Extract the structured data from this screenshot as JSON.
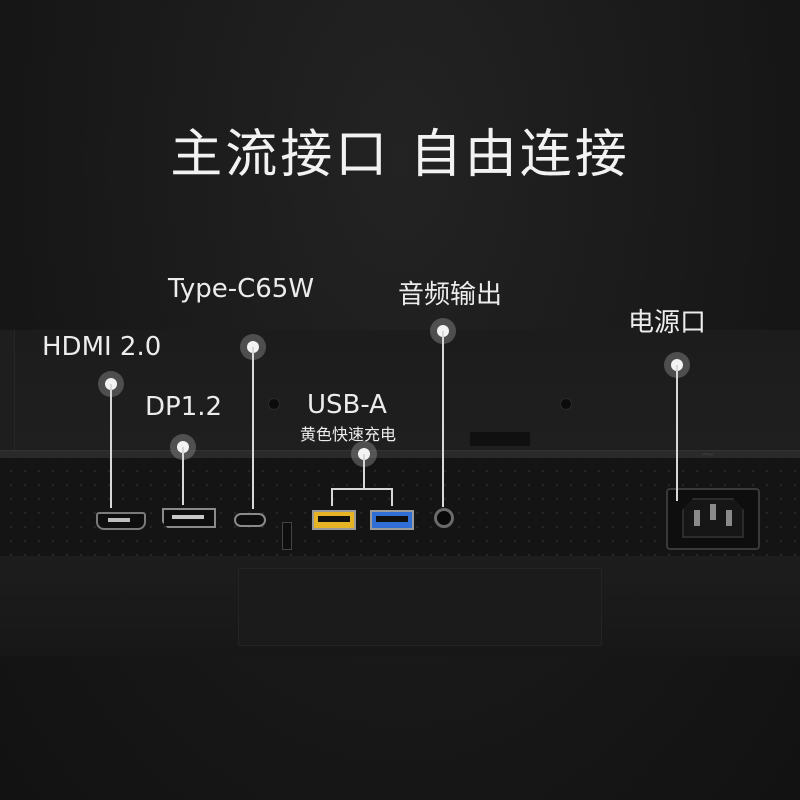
{
  "headline": "主流接口 自由连接",
  "callouts": {
    "hdmi": "HDMI 2.0",
    "dp": "DP1.2",
    "usbc": "Type-C65W",
    "usba": "USB-A",
    "usba_note": "黄色快速充电",
    "audio": "音频输出",
    "power": "电源口"
  },
  "port_colors": {
    "usb_a_fast_charge": "#e6b325",
    "usb_a_standard": "#2f6fd6"
  },
  "icons": [
    "hdmi-port-icon",
    "displayport-icon",
    "usb-c-port-icon",
    "usb-a-port-icon",
    "audio-jack-icon",
    "power-socket-icon"
  ]
}
